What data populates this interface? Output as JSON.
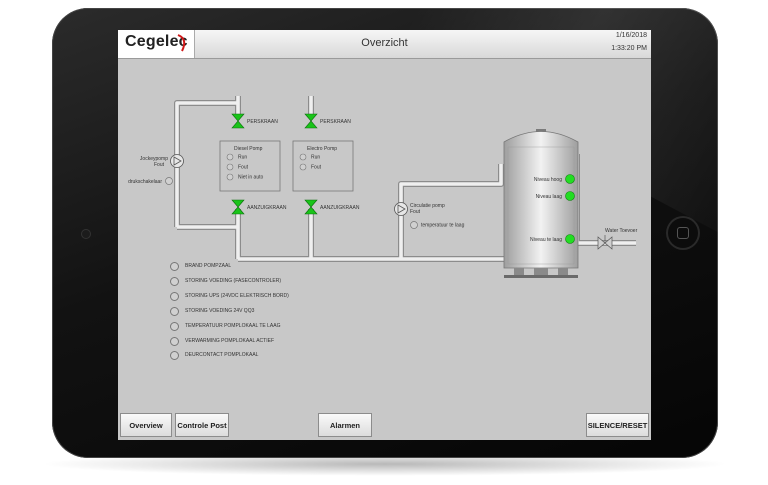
{
  "header": {
    "logo": "Cegelec",
    "title": "Overzicht",
    "date": "1/16/2018",
    "time": "1:33:20 PM"
  },
  "diagram": {
    "jockeypomp": "Jockeypomp",
    "jockeypomp_fout": "Fout",
    "drukschakelaar": "drukschakelaar",
    "perskraan_1": "PERSKRAAN",
    "perskraan_2": "PERSKRAAN",
    "aanzuigkraan_1": "AANZUIGKRAAN",
    "aanzuigkraan_2": "AANZUIGKRAAN",
    "diesel_pomp": {
      "title": "Diesel Pomp",
      "items": [
        "Run",
        "Fout",
        "Niet in auto"
      ]
    },
    "electro_pomp": {
      "title": "Electro Pomp",
      "items": [
        "Run",
        "Fout"
      ]
    },
    "circulatie_pomp": "Circulatie pomp",
    "circulatie_fout": "Fout",
    "temperatuur_te_laag": "temperatuur te laag",
    "tank": {
      "niveau_hoog": "Niveau hoog",
      "niveau_laag": "Niveau laag",
      "niveau_te_laag": "Niveau te laag"
    },
    "water_toevoer": "Water Toevoer"
  },
  "alarms": [
    "BRAND POMPZAAL",
    "STORING VOEDING (FASECONTROLER)",
    "STORING UPS (24VDC ELEKTRISCH BORD)",
    "STORING VOEDING 24V QQ3",
    "TEMPERATUUR POMPLOKAAL TE LAAG",
    "VERWARMING POMPLOKAAL ACTIEF",
    "DEURCONTACT POMPLOKAAL"
  ],
  "buttons": {
    "overview": "Overview",
    "controle_post": "Controle Post",
    "alarmen": "Alarmen",
    "silence_reset": "SILENCE/RESET"
  },
  "colors": {
    "indicator_on": "#22dd22",
    "valve": "#19c419",
    "pipe": "#efefef"
  }
}
